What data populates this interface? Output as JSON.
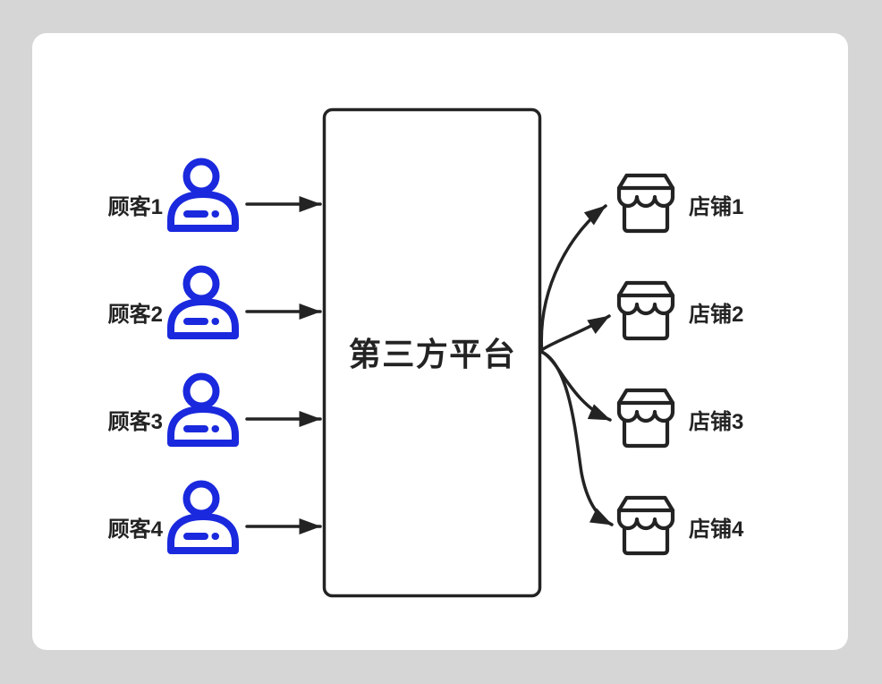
{
  "colors": {
    "page_bg": "#d6d6d6",
    "card_bg": "#ffffff",
    "customer_color": "#1a29dd",
    "dark_color": "#232323"
  },
  "platform": {
    "label": "第三方平台"
  },
  "customers": [
    {
      "label": "顾客1",
      "icon": "person-icon"
    },
    {
      "label": "顾客2",
      "icon": "person-icon"
    },
    {
      "label": "顾客3",
      "icon": "person-icon"
    },
    {
      "label": "顾客4",
      "icon": "person-icon"
    }
  ],
  "shops": [
    {
      "label": "店铺1",
      "icon": "storefront-icon"
    },
    {
      "label": "店铺2",
      "icon": "storefront-icon"
    },
    {
      "label": "店铺3",
      "icon": "storefront-icon"
    },
    {
      "label": "店铺4",
      "icon": "storefront-icon"
    }
  ]
}
